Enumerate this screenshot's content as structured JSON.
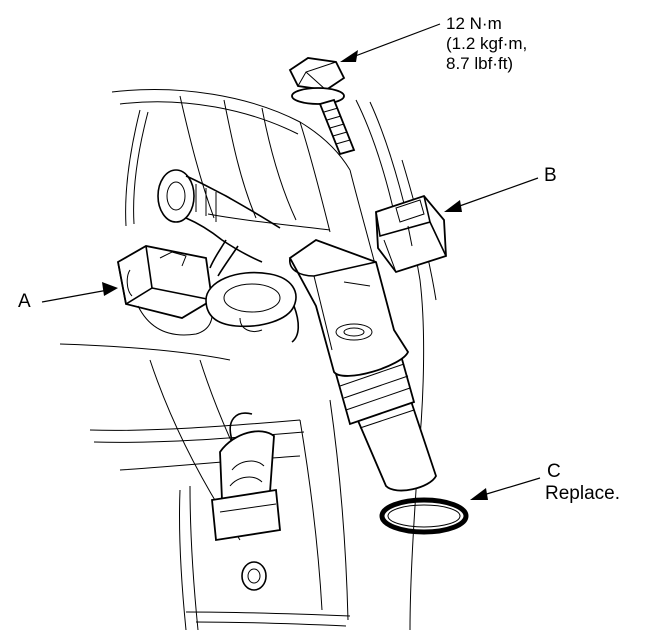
{
  "torque_callout": {
    "line1": "12 N·m",
    "line2": "(1.2 kgf·m,",
    "line3": "8.7 lbf·ft)"
  },
  "labels": {
    "a": "A",
    "b": "B",
    "c": "C",
    "c_note": "Replace."
  }
}
